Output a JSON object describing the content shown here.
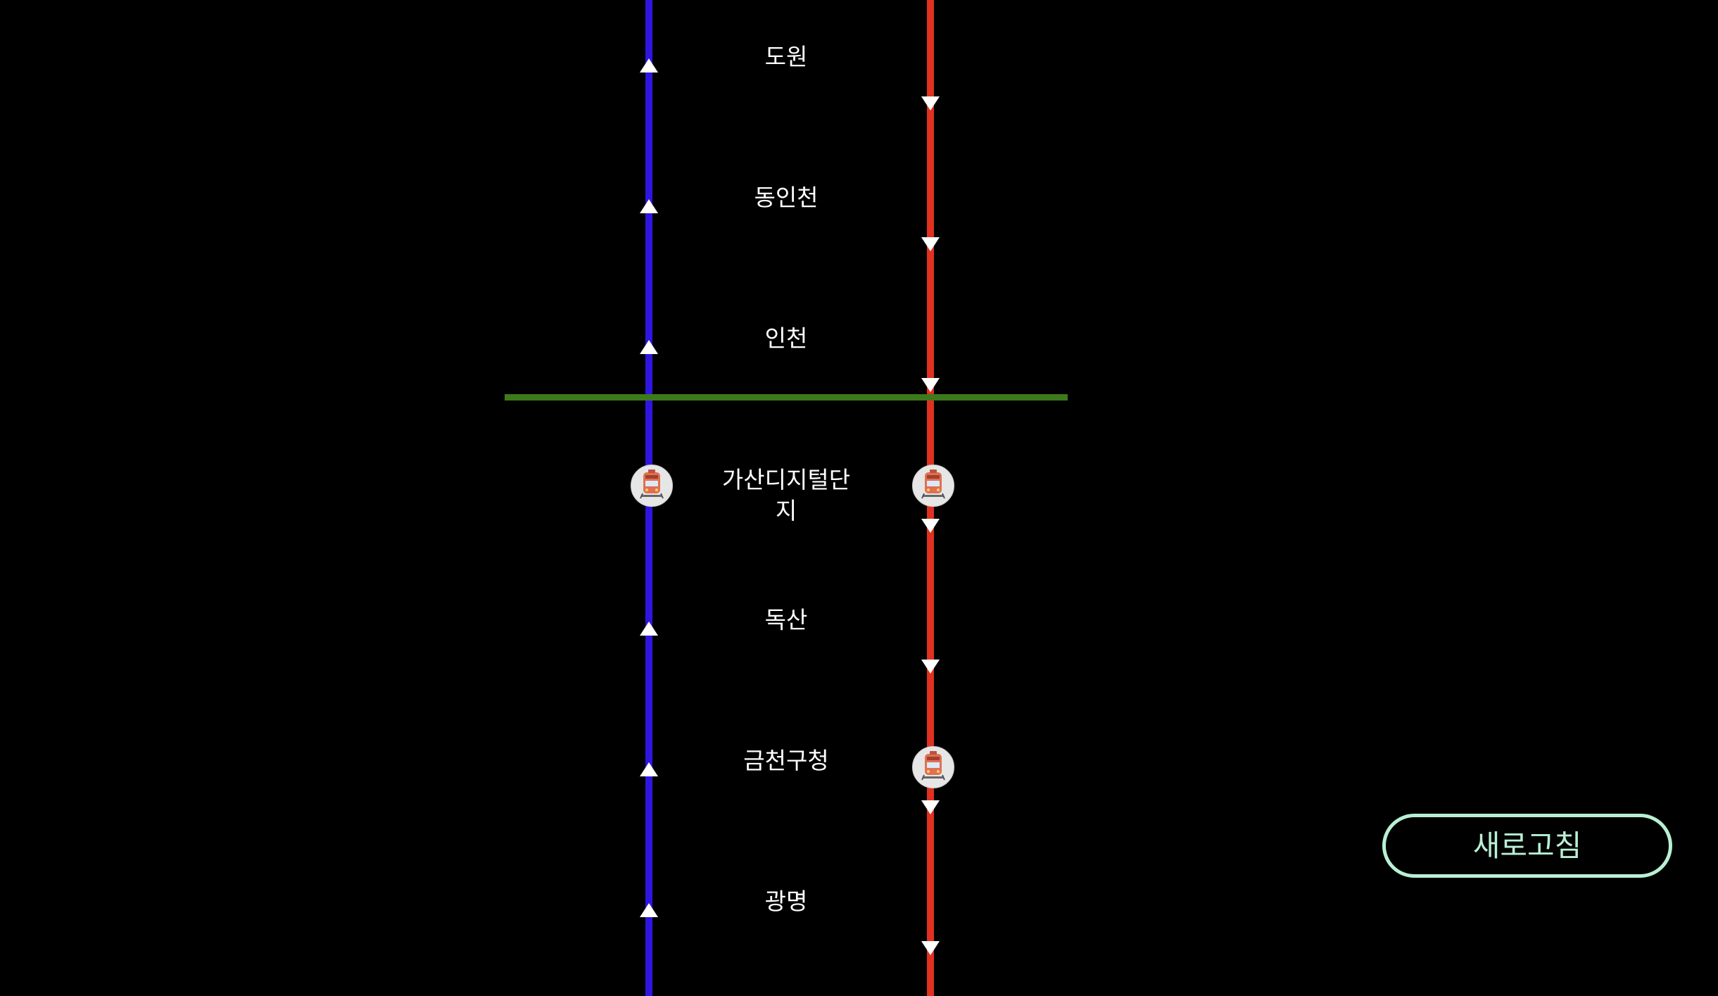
{
  "colors": {
    "background": "#000000",
    "up_track": "#2f16de",
    "down_track": "#e03020",
    "transfer_line": "#3d7a1c",
    "button_accent": "#b8f0d4"
  },
  "stations": [
    {
      "name": "도원"
    },
    {
      "name": "동인천"
    },
    {
      "name": "인천"
    },
    {
      "name": "가산디지털단\n지"
    },
    {
      "name": "독산"
    },
    {
      "name": "금천구청"
    },
    {
      "name": "광명"
    }
  ],
  "trains": [
    {
      "track": "up",
      "station": "가산디지털단\n지",
      "icon": "train-icon"
    },
    {
      "track": "down",
      "station": "가산디지털단\n지",
      "icon": "train-icon"
    },
    {
      "track": "down",
      "station": "금천구청",
      "icon": "train-icon"
    }
  ],
  "refresh_button": {
    "label": "새로고침"
  }
}
